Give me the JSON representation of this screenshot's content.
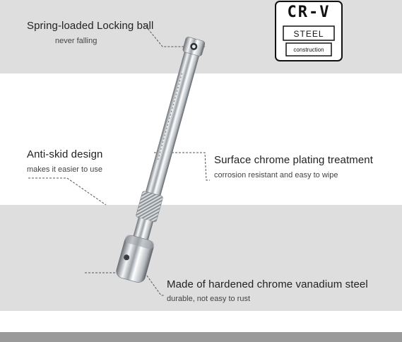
{
  "badge": {
    "grade": "CR-V",
    "material": "STEEL",
    "subtitle": "construction"
  },
  "callouts": [
    {
      "title": "Spring-loaded Locking ball",
      "subtitle": "never falling"
    },
    {
      "title": "Anti-skid design",
      "subtitle": "makes it easier to use"
    },
    {
      "title": "Surface chrome plating treatment",
      "subtitle": "corrosion resistant and easy to wipe"
    },
    {
      "title": "Made of hardened chrome vanadium steel",
      "subtitle": "durable, not easy to rust"
    }
  ],
  "colors": {
    "band": "#dedede",
    "bottom_strip": "#9a9a9a",
    "text": "#222222",
    "chrome": "#c8ccd0"
  }
}
